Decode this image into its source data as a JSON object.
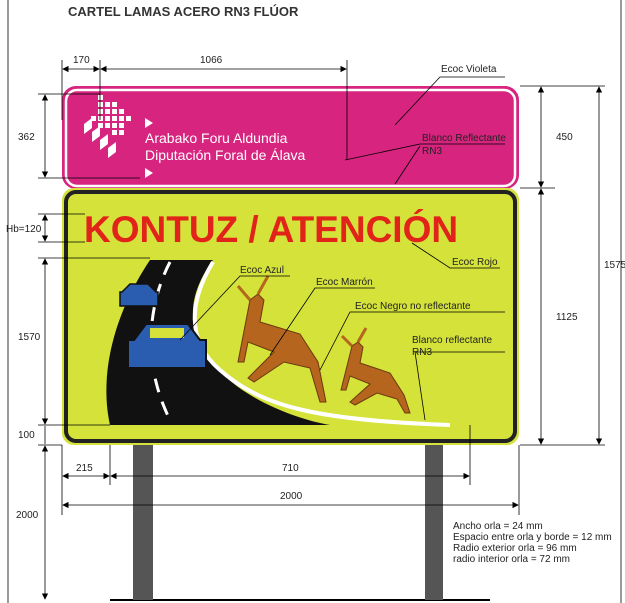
{
  "title": "CARTEL LAMAS ACERO RN3 FLÚOR",
  "header_panel": {
    "line1": "Arabako Foru Aldundia",
    "line2": "Diputación Foral de Álava"
  },
  "warning_text": "KONTUZ / ATENCIÓN",
  "labels": {
    "violeta": "Ecoc Violeta",
    "blanco1": "Blanco Reflectante",
    "rn3_1": "RN3",
    "rojo": "Ecoc Rojo",
    "azul": "Ecoc Azul",
    "marron": "Ecoc Marrón",
    "negro": "Ecoc Negro no reflectante",
    "blanco2": "Blanco reflectante",
    "rn3_2": "RN3"
  },
  "dimensions": {
    "d170": "170",
    "d1066": "1066",
    "d362": "362",
    "d450": "450",
    "d1575": "1575",
    "hb": "Hb=120",
    "d1125": "1125",
    "d1570": "1570",
    "d100": "100",
    "d215": "215",
    "d710": "710",
    "d2000w": "2000",
    "d2000h": "2000"
  },
  "notes": [
    "Ancho orla = 24 mm",
    "Espacio entre orla y borde = 12 mm",
    "Radio exterior orla = 96 mm",
    "radio interior orla = 72 mm"
  ],
  "colors": {
    "violet": "#d6247f",
    "yellow": "#d4e23a",
    "red": "#e2231a",
    "blue": "#2a5db0",
    "brown": "#b5651d",
    "post": "#555555"
  }
}
